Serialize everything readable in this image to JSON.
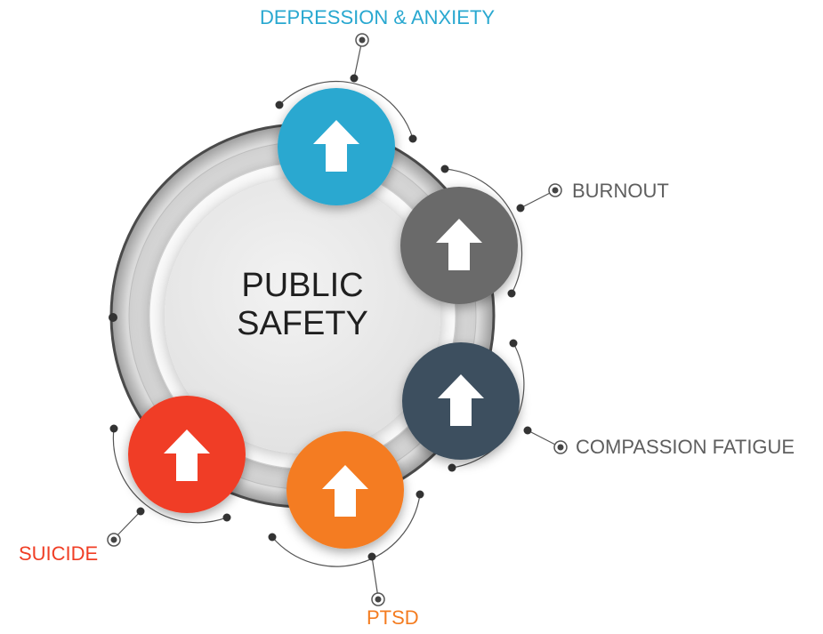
{
  "center": {
    "line1": "PUBLIC",
    "line2": "SAFETY"
  },
  "factors": [
    {
      "id": "depression",
      "label": "DEPRESSION & ANXIETY",
      "color": "#29a8d0",
      "icon": "arrow-up-icon"
    },
    {
      "id": "burnout",
      "label": "BURNOUT",
      "color": "#6b6b6b",
      "icon": "arrow-up-icon"
    },
    {
      "id": "compassion",
      "label": "COMPASSION FATIGUE",
      "color": "#3d4f5e",
      "icon": "arrow-up-icon"
    },
    {
      "id": "ptsd",
      "label": "PTSD",
      "color": "#f47c20",
      "icon": "arrow-up-icon"
    },
    {
      "id": "suicide",
      "label": "SUICIDE",
      "color": "#f03e25",
      "icon": "arrow-up-icon"
    }
  ],
  "colors": {
    "label_gray": "#5e5e5e",
    "ring_dark": "#444444",
    "center_fill": "#ececec"
  }
}
